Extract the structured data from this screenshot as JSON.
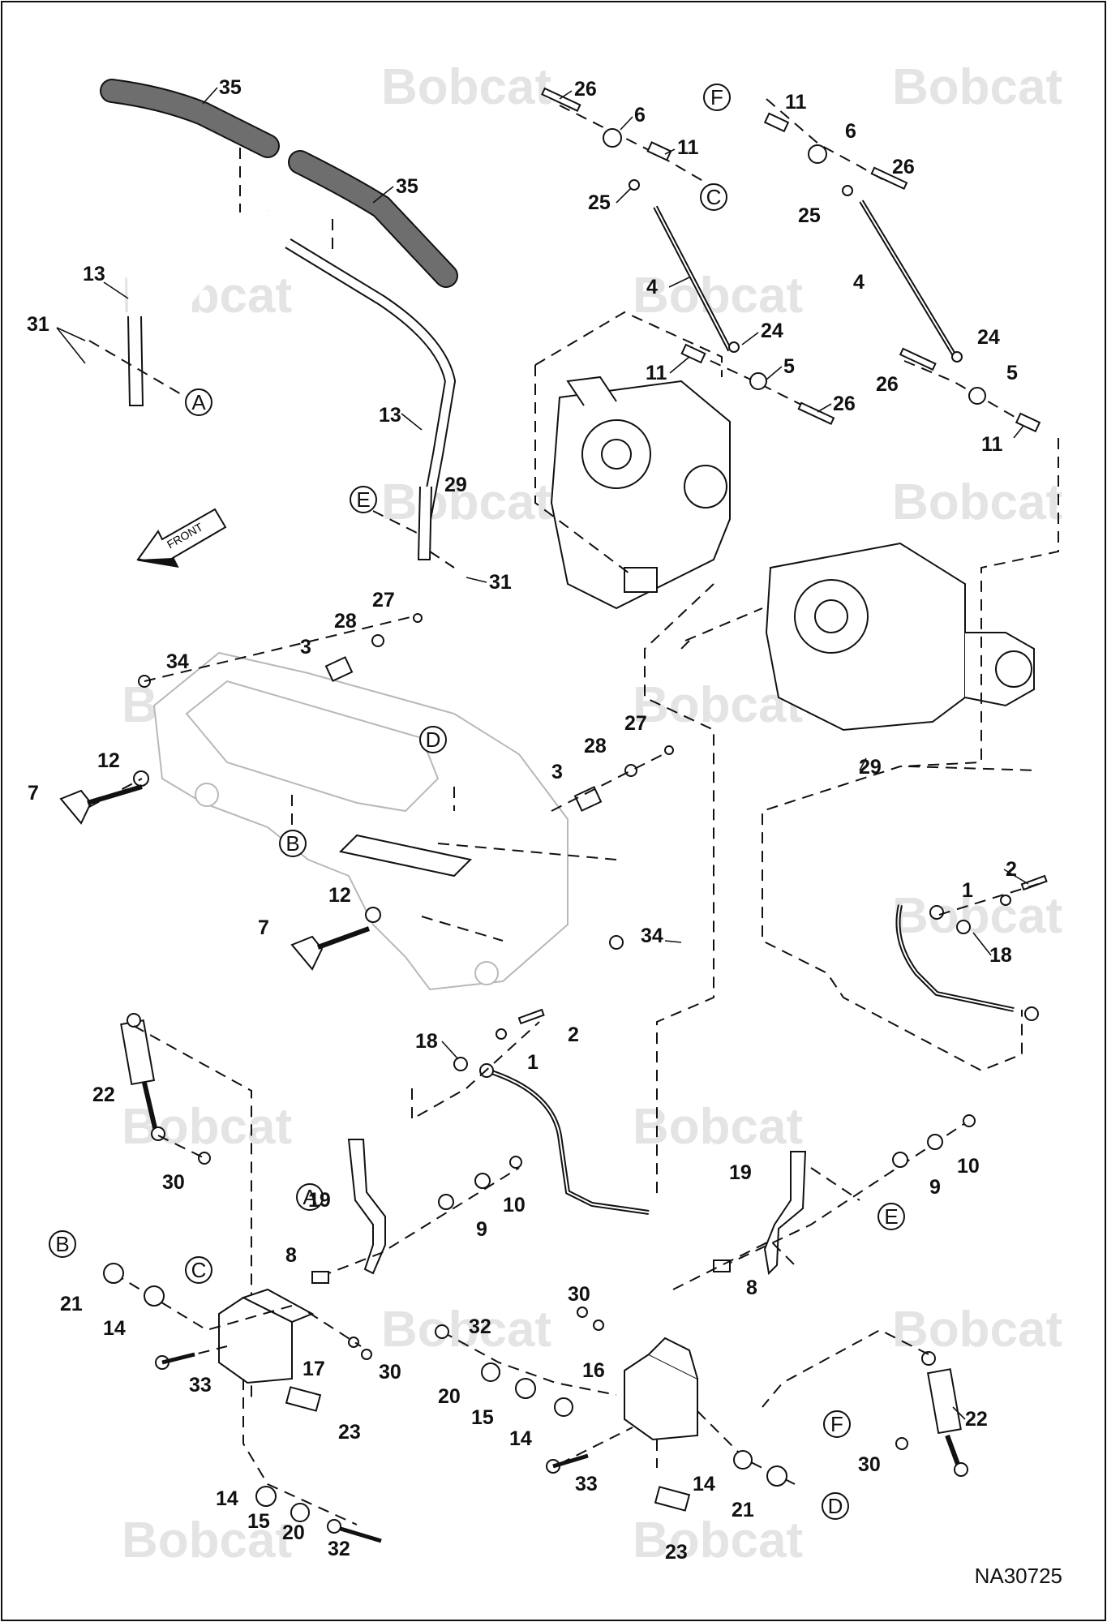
{
  "diagram": {
    "drawing_number": "NA30725",
    "watermark_text": "Bobcat",
    "front_label": "FRONT",
    "colors": {
      "line": "#111111",
      "watermark": "#e4e4e4",
      "ghost_frame": "#b8b8b8",
      "grip": "#6e6e6e"
    },
    "reference_letters": [
      "A",
      "B",
      "C",
      "D",
      "E",
      "F"
    ],
    "callouts": [
      {
        "label": "35"
      },
      {
        "label": "35"
      },
      {
        "label": "13"
      },
      {
        "label": "13"
      },
      {
        "label": "31"
      },
      {
        "label": "31"
      },
      {
        "label": "26"
      },
      {
        "label": "6"
      },
      {
        "label": "11"
      },
      {
        "label": "25"
      },
      {
        "label": "4"
      },
      {
        "label": "24"
      },
      {
        "label": "11"
      },
      {
        "label": "5"
      },
      {
        "label": "26"
      },
      {
        "label": "11"
      },
      {
        "label": "6"
      },
      {
        "label": "26"
      },
      {
        "label": "25"
      },
      {
        "label": "4"
      },
      {
        "label": "24"
      },
      {
        "label": "26"
      },
      {
        "label": "5"
      },
      {
        "label": "11"
      },
      {
        "label": "29"
      },
      {
        "label": "29"
      },
      {
        "label": "27"
      },
      {
        "label": "28"
      },
      {
        "label": "3"
      },
      {
        "label": "34"
      },
      {
        "label": "12"
      },
      {
        "label": "7"
      },
      {
        "label": "27"
      },
      {
        "label": "28"
      },
      {
        "label": "3"
      },
      {
        "label": "12"
      },
      {
        "label": "7"
      },
      {
        "label": "34"
      },
      {
        "label": "2"
      },
      {
        "label": "1"
      },
      {
        "label": "18"
      },
      {
        "label": "18"
      },
      {
        "label": "2"
      },
      {
        "label": "1"
      },
      {
        "label": "22"
      },
      {
        "label": "30"
      },
      {
        "label": "19"
      },
      {
        "label": "10"
      },
      {
        "label": "9"
      },
      {
        "label": "8"
      },
      {
        "label": "21"
      },
      {
        "label": "14"
      },
      {
        "label": "17"
      },
      {
        "label": "30"
      },
      {
        "label": "33"
      },
      {
        "label": "23"
      },
      {
        "label": "14"
      },
      {
        "label": "15"
      },
      {
        "label": "20"
      },
      {
        "label": "32"
      },
      {
        "label": "19"
      },
      {
        "label": "10"
      },
      {
        "label": "9"
      },
      {
        "label": "8"
      },
      {
        "label": "30"
      },
      {
        "label": "32"
      },
      {
        "label": "16"
      },
      {
        "label": "20"
      },
      {
        "label": "15"
      },
      {
        "label": "14"
      },
      {
        "label": "33"
      },
      {
        "label": "14"
      },
      {
        "label": "21"
      },
      {
        "label": "23"
      },
      {
        "label": "22"
      },
      {
        "label": "30"
      }
    ]
  }
}
